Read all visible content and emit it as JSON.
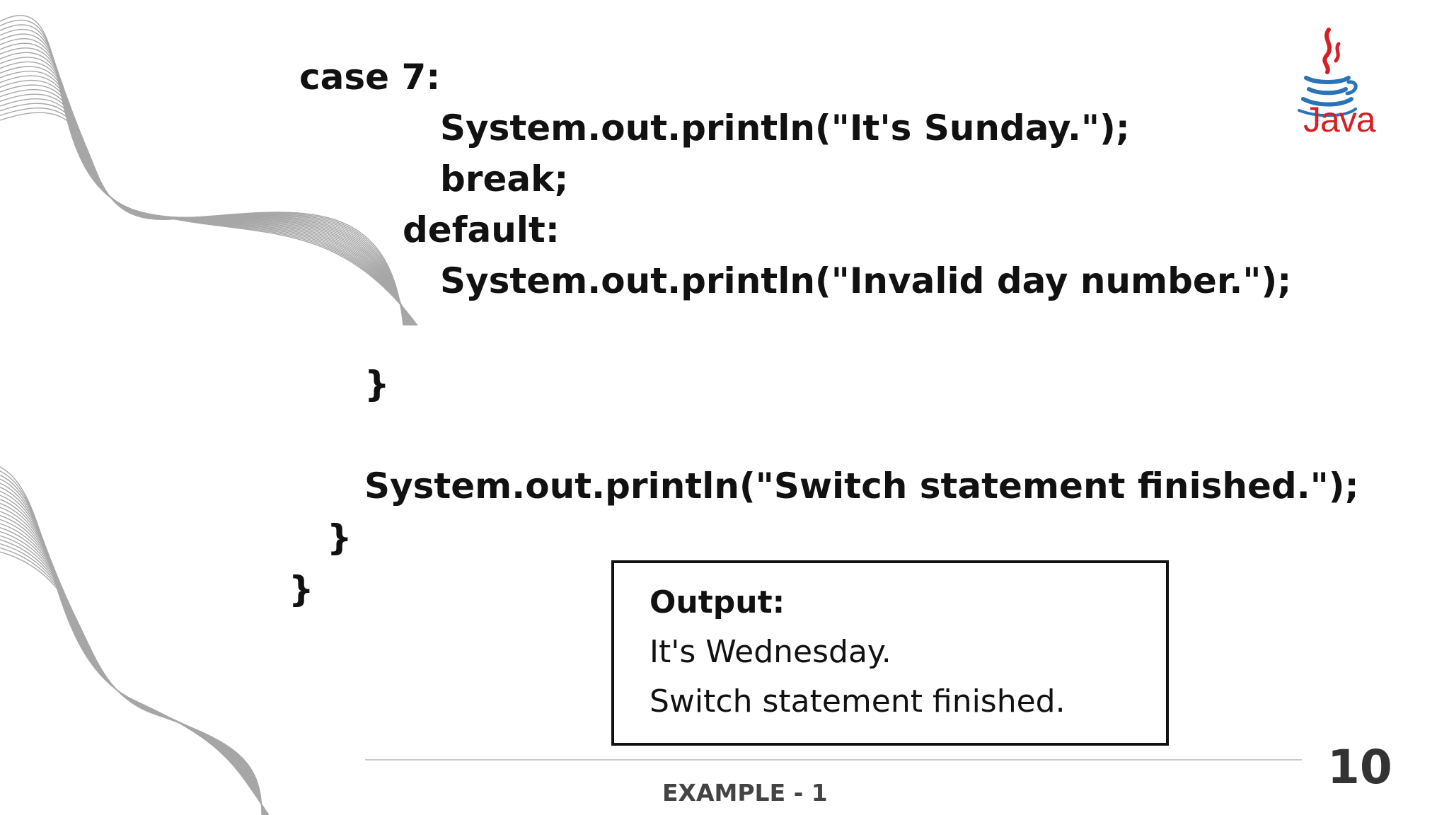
{
  "code": {
    "lines": [
      "case 7:",
      "System.out.println(\"It's Sunday.\");",
      "break;",
      "default:",
      "System.out.println(\"Invalid day number.\");",
      "}",
      "System.out.println(\"Switch statement finished.\");",
      "}",
      "}"
    ]
  },
  "logo": {
    "text": "Java",
    "color": "#d42027",
    "accent": "#2a73b8"
  },
  "output": {
    "title": "Output:",
    "lines": [
      "It's Wednesday.",
      "Switch statement finished."
    ]
  },
  "footer": {
    "label": "EXAMPLE - 1",
    "page_number": "10"
  }
}
